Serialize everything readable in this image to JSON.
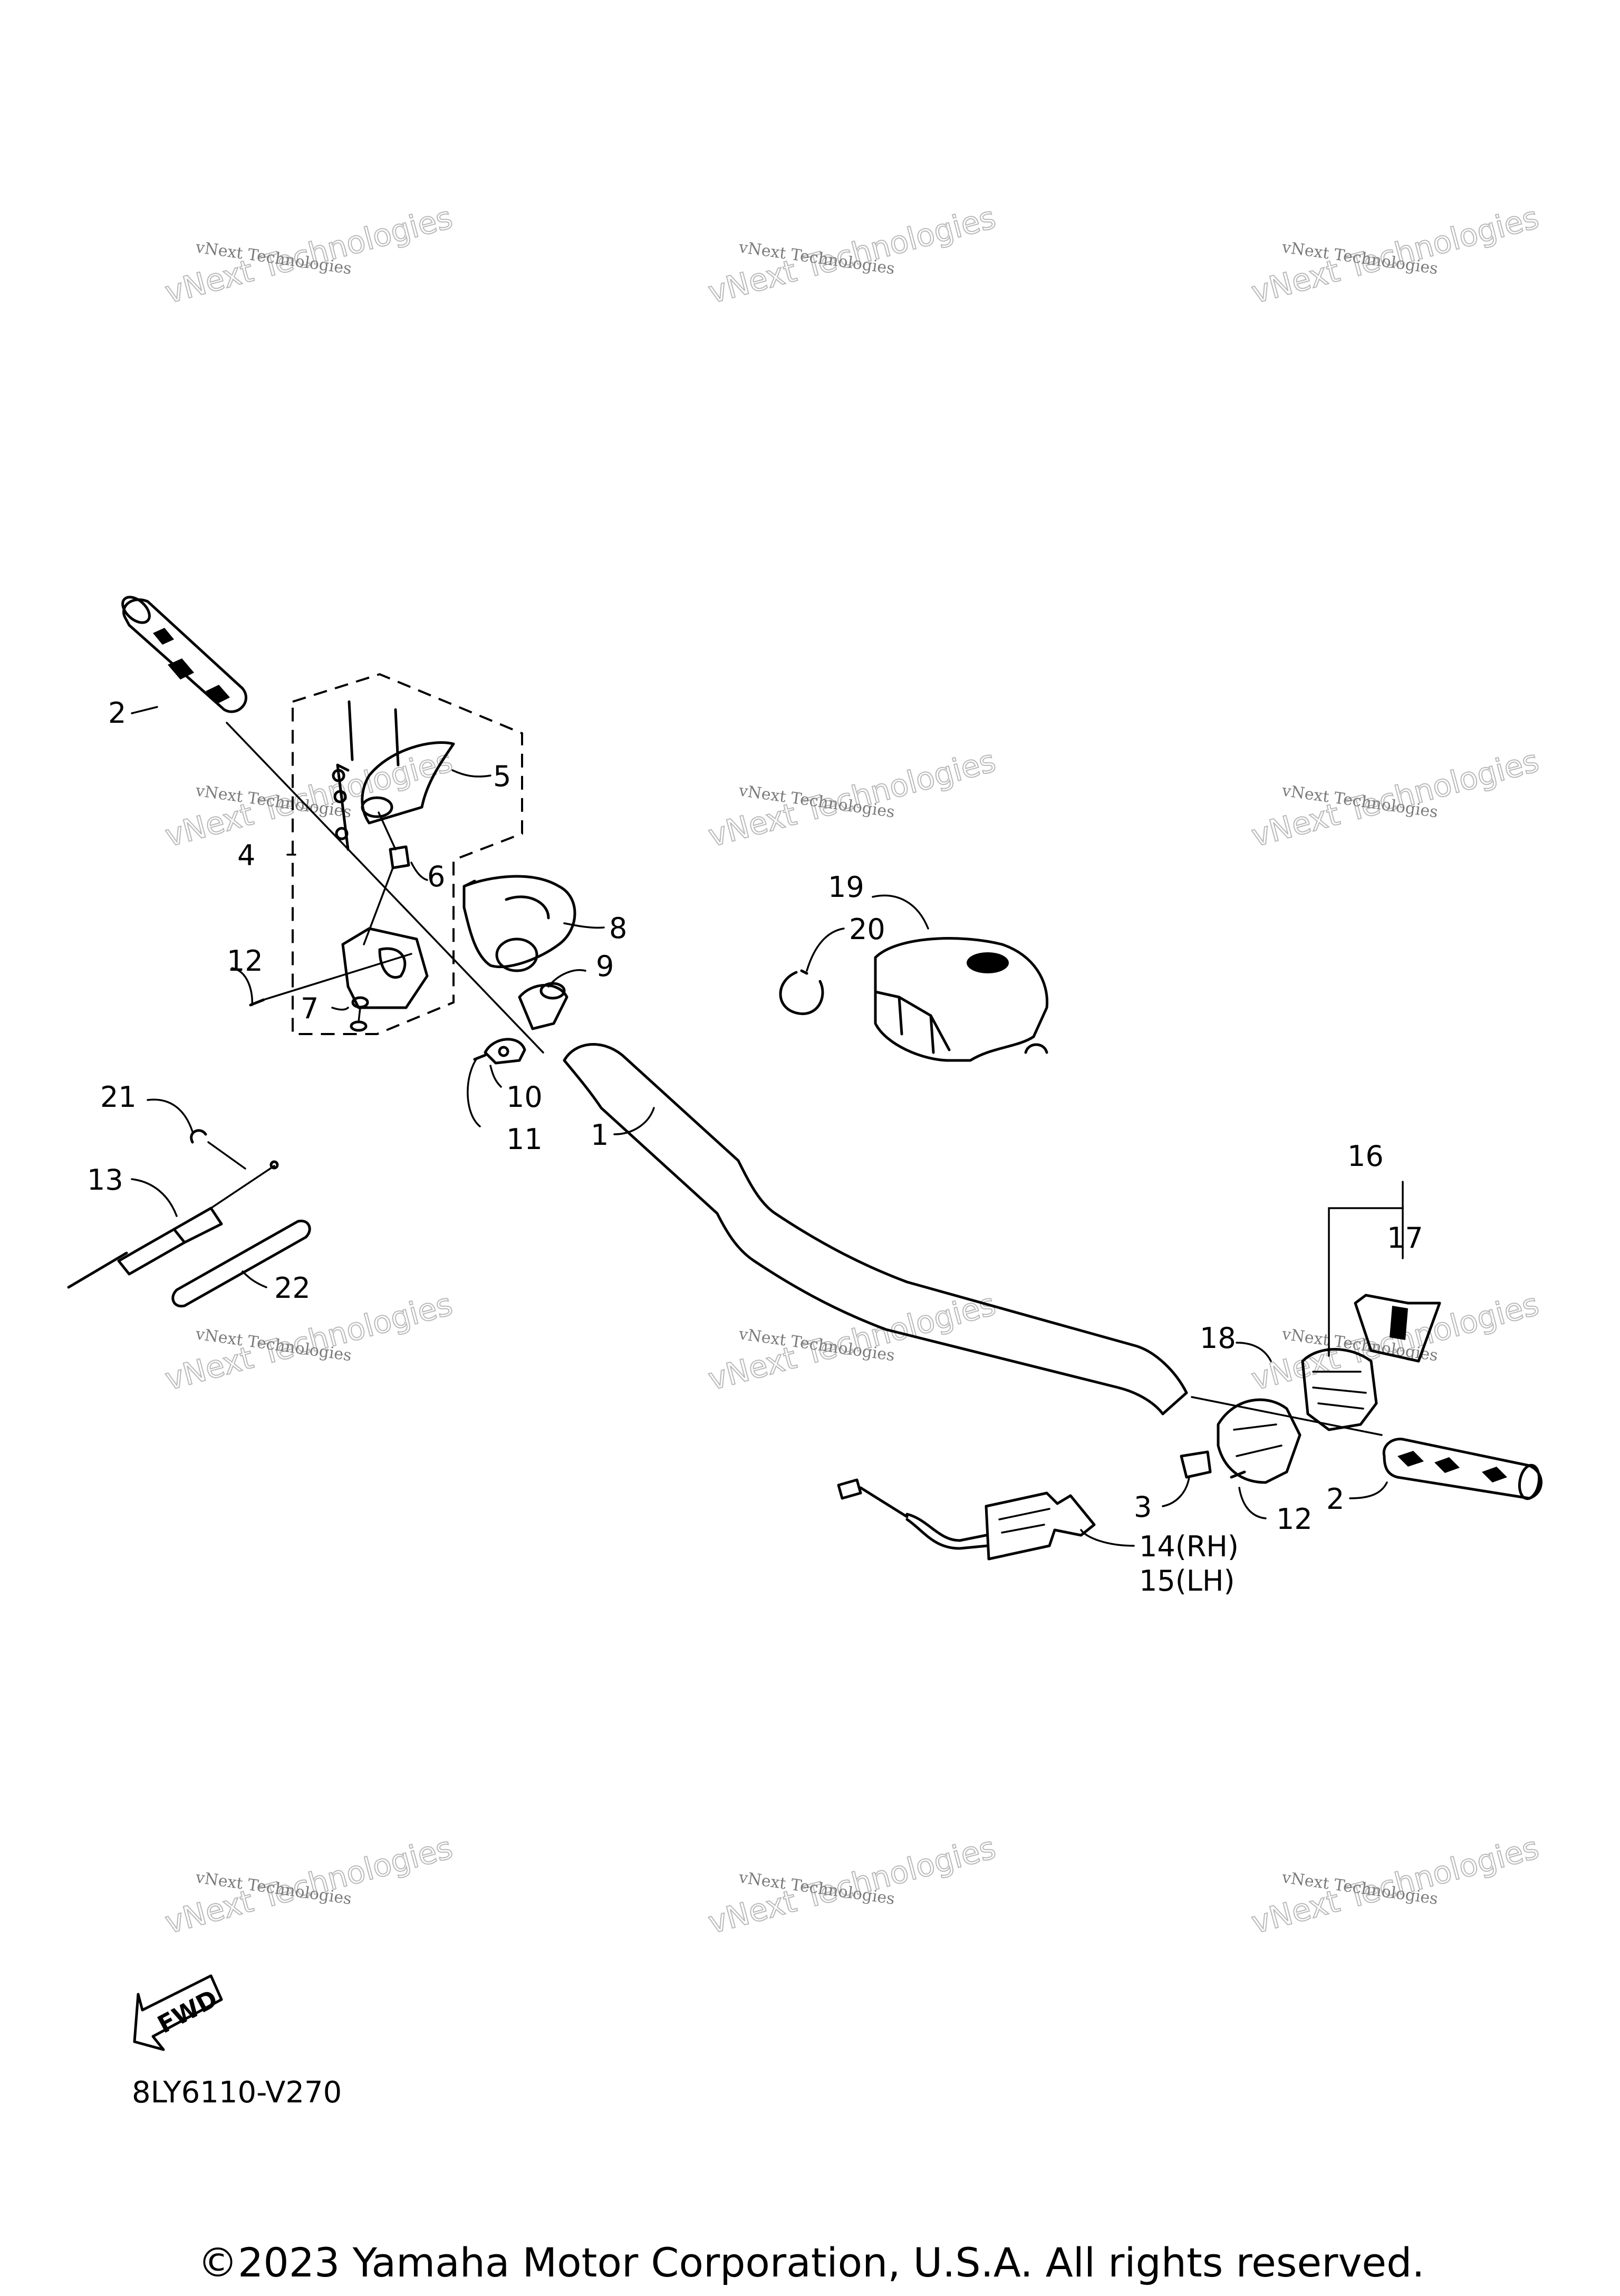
{
  "watermark": {
    "small": "vNext Technologies",
    "big": "vNext Technologies"
  },
  "callouts": {
    "c1": "1",
    "c2a": "2",
    "c2b": "2",
    "c3": "3",
    "c4": "4",
    "c5": "5",
    "c6": "6",
    "c7": "7",
    "c8": "8",
    "c9": "9",
    "c10": "10",
    "c11": "11",
    "c12a": "12",
    "c12b": "12",
    "c13": "13",
    "c14": "14(RH)",
    "c15": "15(LH)",
    "c16": "16",
    "c17": "17",
    "c18": "18",
    "c19": "19",
    "c20": "20",
    "c21": "21",
    "c22": "22"
  },
  "fwd_label": "FWD",
  "diagram_code": "8LY6110-V270",
  "copyright": "©2023 Yamaha Motor Corporation, U.S.A. All rights reserved.",
  "icons": [
    "fwd-arrow-icon"
  ]
}
